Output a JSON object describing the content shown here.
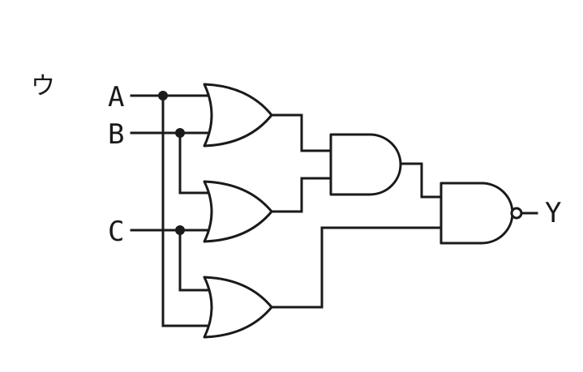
{
  "diagram": {
    "label": "ウ",
    "inputs": {
      "a": "A",
      "b": "B",
      "c": "C"
    },
    "output": "Y",
    "gates": [
      {
        "id": "or1",
        "type": "OR",
        "inputs": [
          "A",
          "B"
        ]
      },
      {
        "id": "or2",
        "type": "OR",
        "inputs": [
          "B",
          "C"
        ]
      },
      {
        "id": "or3",
        "type": "OR",
        "inputs": [
          "A",
          "C"
        ]
      },
      {
        "id": "and1",
        "type": "AND",
        "inputs": [
          "or1",
          "or2"
        ]
      },
      {
        "id": "nand1",
        "type": "NAND",
        "inputs": [
          "and1",
          "or3"
        ]
      }
    ]
  }
}
